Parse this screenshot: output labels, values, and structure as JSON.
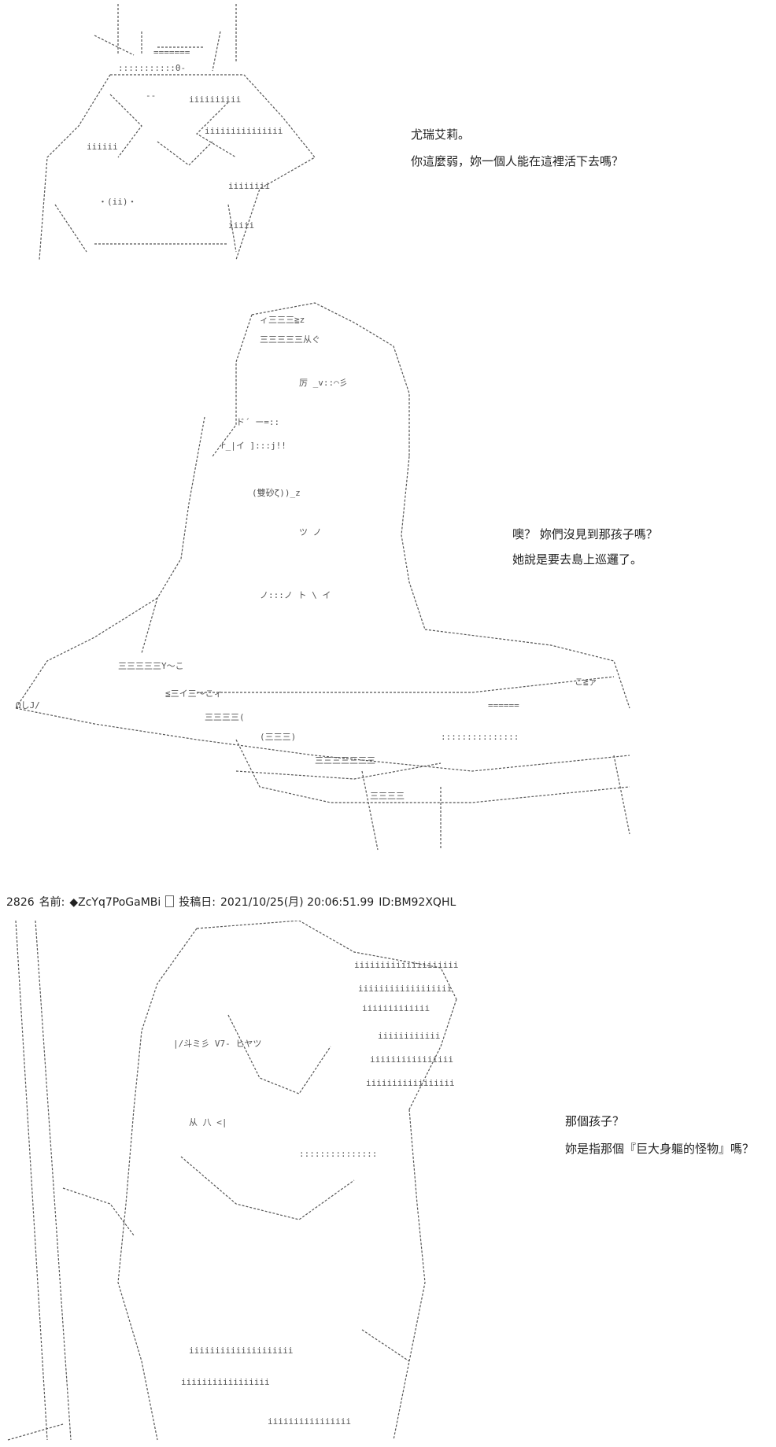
{
  "panels": [
    {
      "id": "panel-1",
      "captions": [
        "尤瑞艾莉。",
        "你這麼弱，妳一個人能在這裡活下去嗎？"
      ]
    },
    {
      "id": "panel-2",
      "captions": [
        "噢？ 妳們沒見到那孩子嗎？",
        "她說是要去島上巡邏了。"
      ]
    },
    {
      "id": "panel-3",
      "captions": [
        "那個孩子？",
        "妳是指那個『巨大身軀的怪物』嗎？"
      ]
    }
  ],
  "post_header": {
    "number": "2826",
    "name_label": "名前:",
    "name": "◆ZcYq7PoGaMBi",
    "date_label": "投稿日:",
    "date": "2021/10/25(月) 20:06:51.99",
    "id": "ID:BM92XQHL"
  },
  "colors": {
    "ink": "#222222",
    "art": "#555555",
    "background": "#ffffff"
  }
}
